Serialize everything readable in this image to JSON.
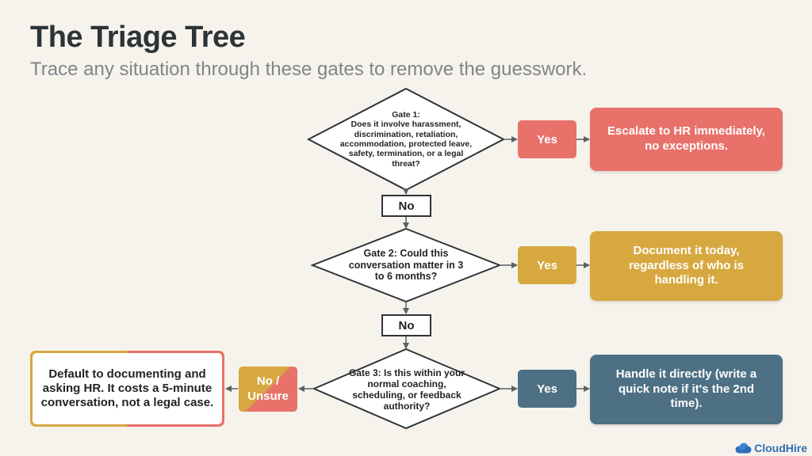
{
  "header": {
    "title": "The Triage Tree",
    "subtitle": "Trace any situation through these gates to remove the guesswork."
  },
  "gates": [
    {
      "text": "Gate 1:\nDoes it involve harassment, discrimination, retaliation, accommodation, protected leave, safety, termination, or a legal threat?",
      "yes_label": "Yes",
      "no_label": "No",
      "outcome": "Escalate to HR immediately, no exceptions."
    },
    {
      "text": "Gate 2: Could this conversation matter in 3 to 6 months?",
      "yes_label": "Yes",
      "no_label": "No",
      "outcome": "Document it today, regardless of who is handling it."
    },
    {
      "text": "Gate 3: Is this within your normal coaching, scheduling, or feedback authority?",
      "yes_label": "Yes",
      "no_label": "No / Unsure",
      "outcome": "Handle it directly (write a quick note if it's the 2nd time)."
    }
  ],
  "default_outcome": "Default to documenting and asking HR. It costs a 5-minute conversation, not a legal case.",
  "brand": {
    "name": "CloudHire",
    "logo_icon": "cloud-icon"
  },
  "colors": {
    "red": "#e8716a",
    "gold": "#d6a83f",
    "blue": "#4d7084",
    "ink": "#2d3437"
  }
}
